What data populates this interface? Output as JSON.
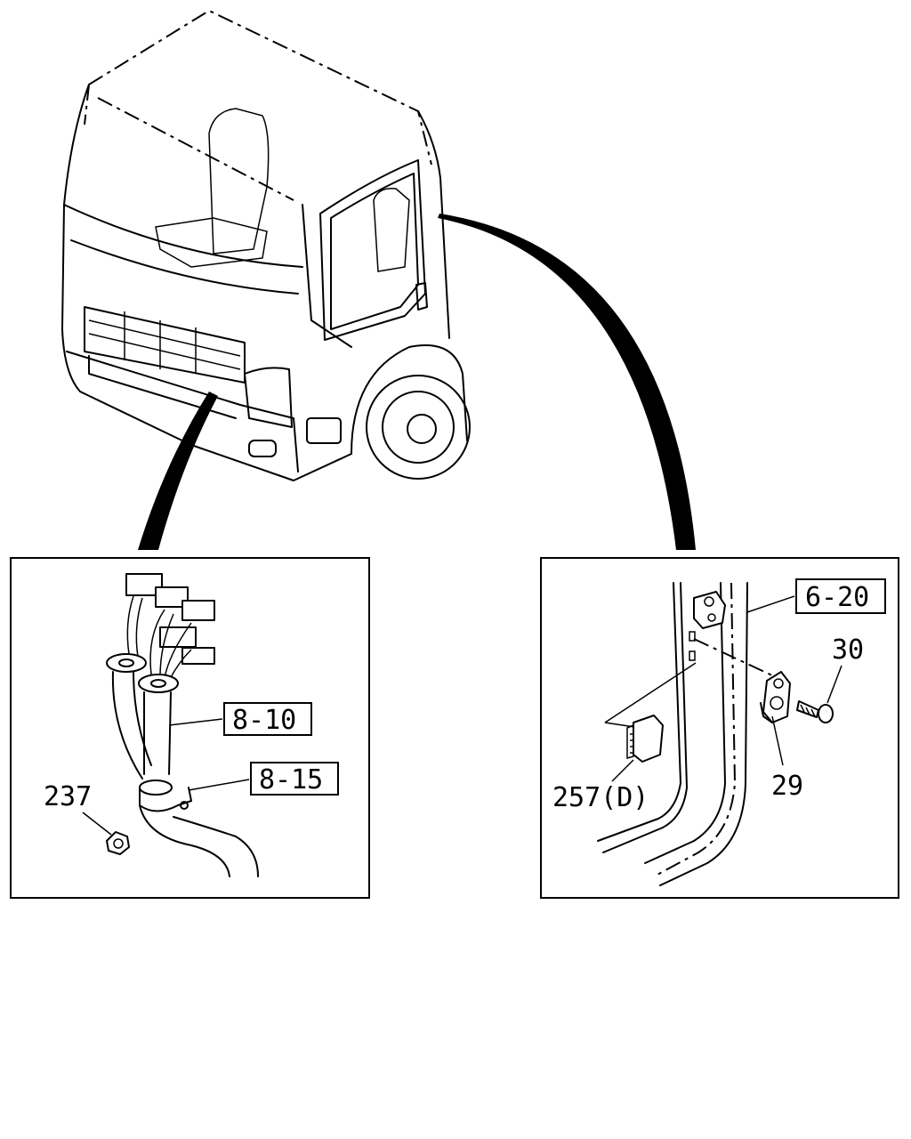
{
  "labels": {
    "left_ref_upper": "8-10",
    "left_ref_lower": "8-15",
    "left_part_nut": "237",
    "right_ref": "6-20",
    "right_part_bolt": "30",
    "right_part_switch": "29",
    "right_part_connector": "257(D)"
  },
  "colors": {
    "ink": "#000000",
    "paper": "#ffffff"
  }
}
